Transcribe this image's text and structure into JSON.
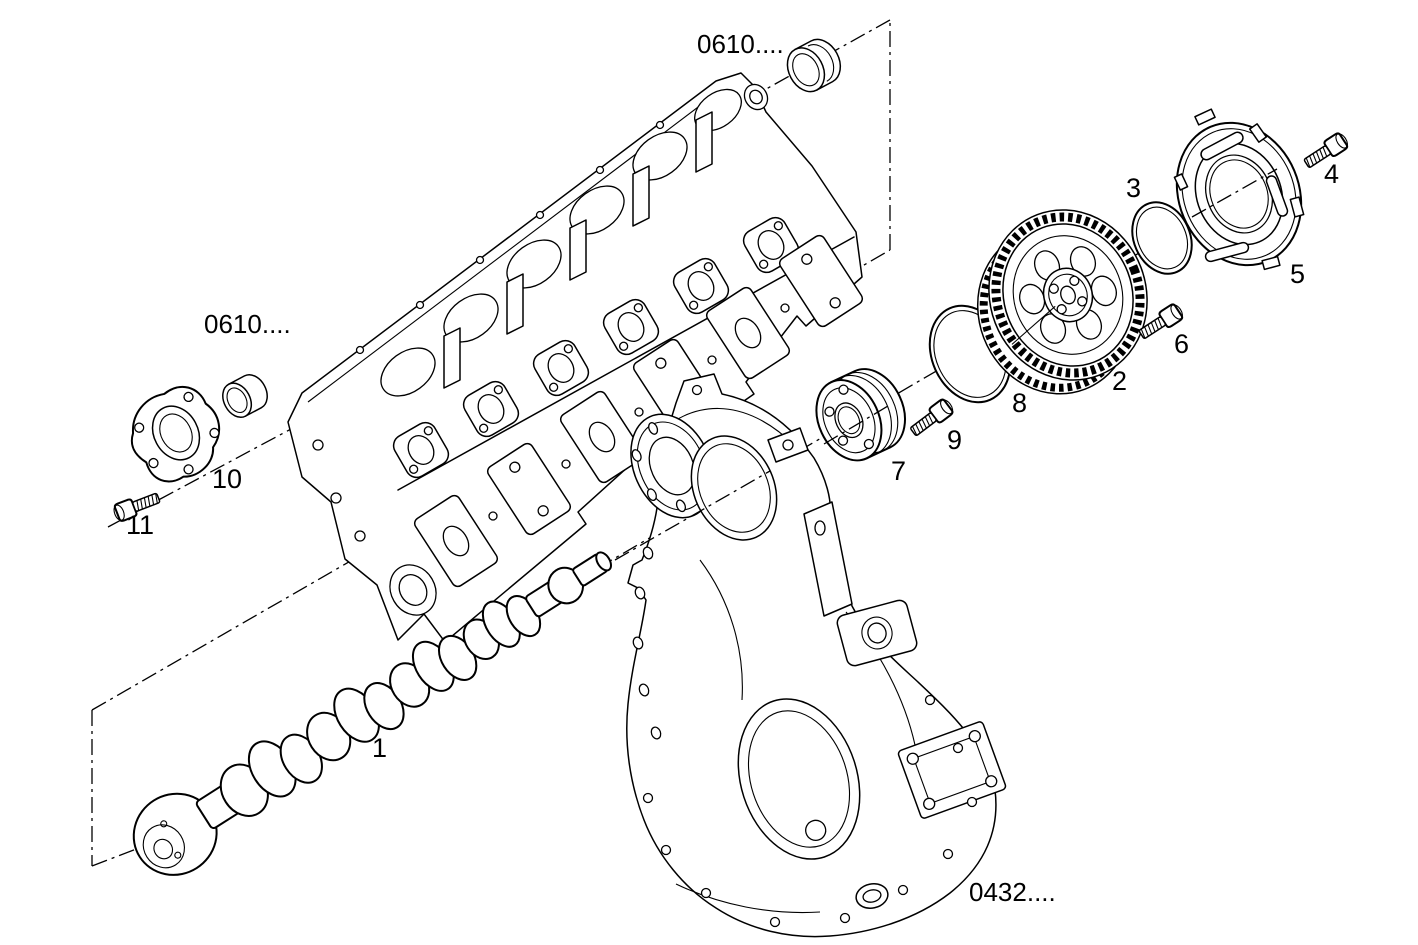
{
  "figure": {
    "background": "#ffffff",
    "line_color": "#000000",
    "module_codes": {
      "top": "0610....",
      "left": "0610....",
      "bottom_right": "0432...."
    },
    "callouts": {
      "part1": "1",
      "part2": "2",
      "part3": "3",
      "part4": "4",
      "part5": "5",
      "part6": "6",
      "part7": "7",
      "part8": "8",
      "part9": "9",
      "part10": "10",
      "part11": "11"
    }
  }
}
